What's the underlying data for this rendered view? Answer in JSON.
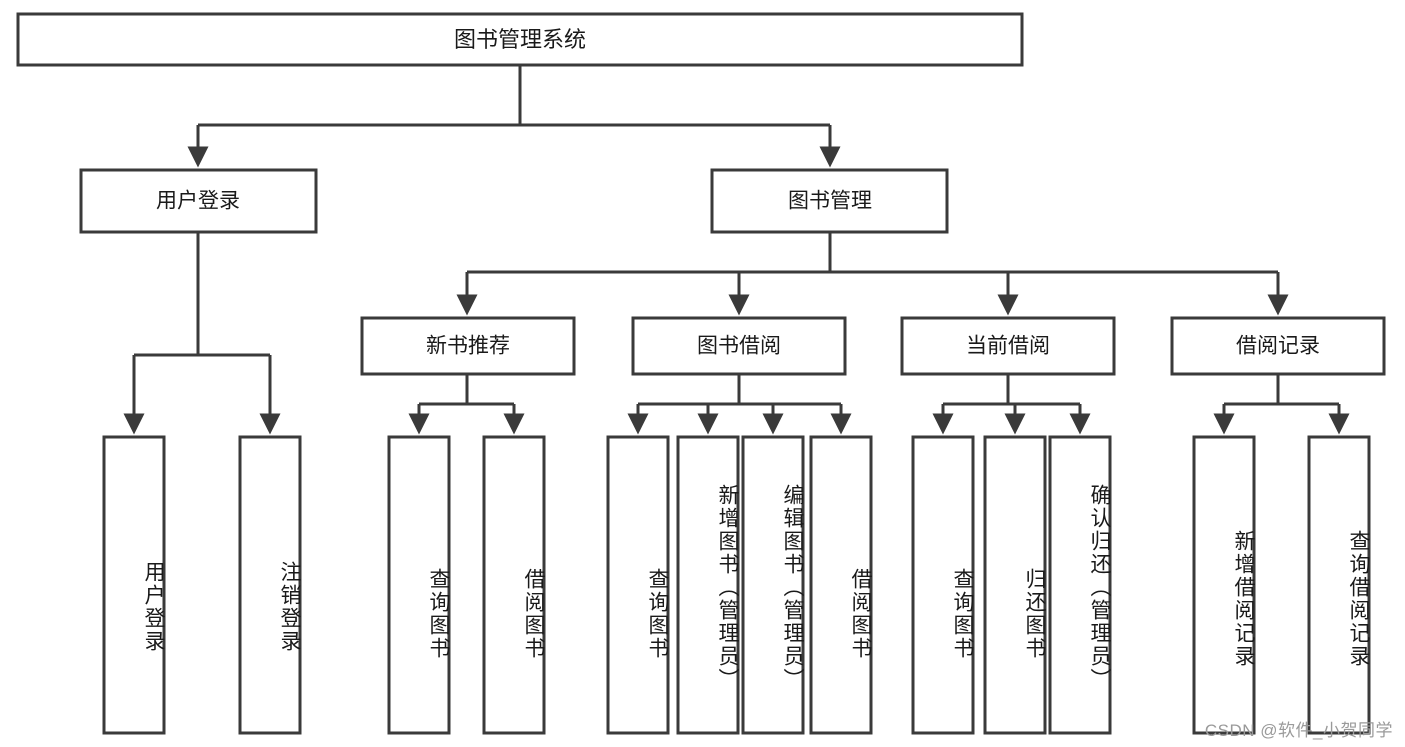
{
  "diagram": {
    "title": "图书管理系统",
    "type": "tree-hierarchy",
    "orientation": "top-down",
    "colors": {
      "box_stroke": "#3a3a3a",
      "box_fill": "#ffffff",
      "edge": "#3a3a3a",
      "text": "#1a1a1a",
      "watermark": "#9a9a9a",
      "background": "#ffffff"
    },
    "root": {
      "label": "图书管理系统"
    },
    "level2": [
      {
        "label": "用户登录"
      },
      {
        "label": "图书管理"
      }
    ],
    "level3": [
      {
        "label": "新书推荐"
      },
      {
        "label": "图书借阅"
      },
      {
        "label": "当前借阅"
      },
      {
        "label": "借阅记录"
      }
    ],
    "leaves": {
      "user_login": [
        {
          "label": "用户登录"
        },
        {
          "label": "注销登录"
        }
      ],
      "new_book_recommend": [
        {
          "label": "查询图书"
        },
        {
          "label": "借阅图书"
        }
      ],
      "book_borrow": [
        {
          "label": "查询图书"
        },
        {
          "label": "新增图书（管理员）"
        },
        {
          "label": "编辑图书（管理员）"
        },
        {
          "label": "借阅图书"
        }
      ],
      "current_borrow": [
        {
          "label": "查询图书"
        },
        {
          "label": "归还图书"
        },
        {
          "label": "确认归还（管理员）"
        }
      ],
      "borrow_record": [
        {
          "label": "新增借阅记录"
        },
        {
          "label": "查询借阅记录"
        }
      ]
    }
  },
  "watermark": {
    "text": "CSDN @软件_小贺同学"
  }
}
